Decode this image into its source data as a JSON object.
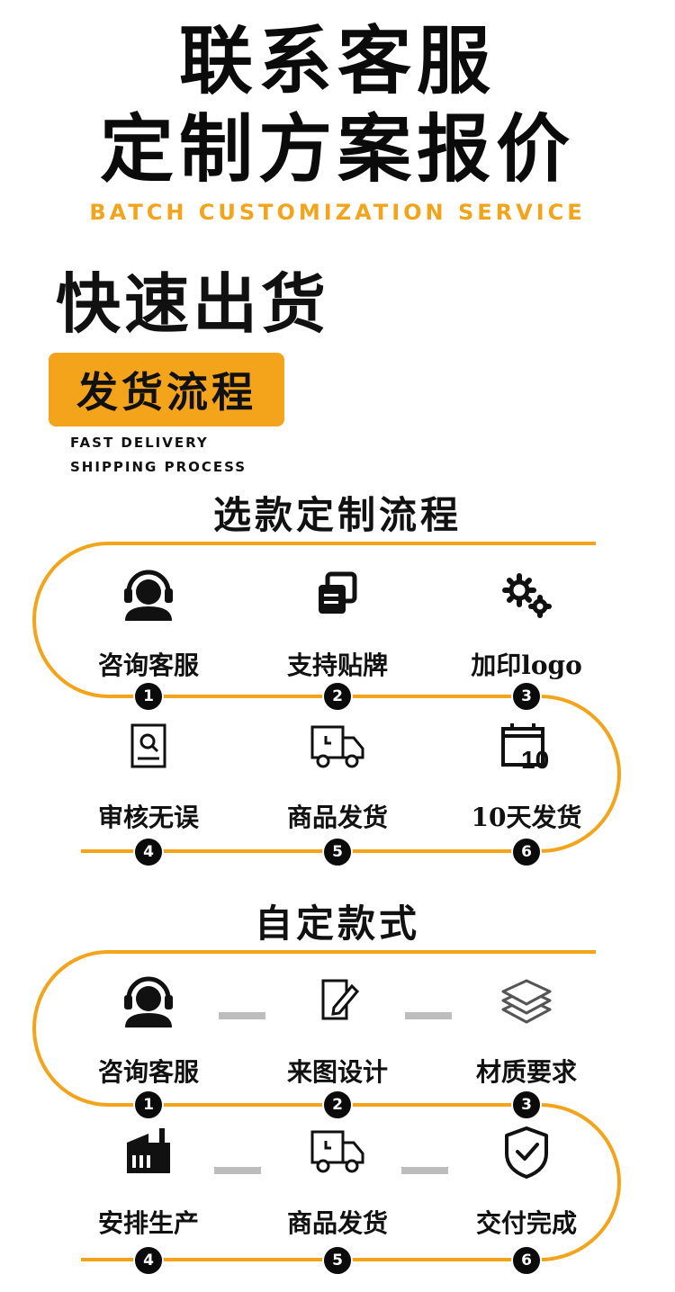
{
  "header": {
    "title_line1": "联系客服",
    "title_line2": "定制方案报价",
    "subtitle_en": "BATCH CUSTOMIZATION SERVICE"
  },
  "fast": {
    "heading": "快速出货",
    "tag": "发货流程",
    "en_line1": "FAST DELIVERY",
    "en_line2": "SHIPPING PROCESS"
  },
  "process1": {
    "title": "选款定制流程",
    "steps": [
      {
        "num": "1",
        "label": "咨询客服",
        "icon": "headset-person-icon"
      },
      {
        "num": "2",
        "label": "支持贴牌",
        "icon": "stacked-cards-icon"
      },
      {
        "num": "3",
        "label": "加印logo",
        "icon": "gears-icon"
      },
      {
        "num": "4",
        "label": "审核无误",
        "icon": "document-search-icon"
      },
      {
        "num": "5",
        "label": "商品发货",
        "icon": "delivery-truck-icon"
      },
      {
        "num": "6",
        "label": "10天发货",
        "icon": "calendar-10-icon"
      }
    ]
  },
  "process2": {
    "title": "自定款式",
    "steps": [
      {
        "num": "1",
        "label": "咨询客服",
        "icon": "headset-person-icon"
      },
      {
        "num": "2",
        "label": "来图设计",
        "icon": "edit-document-icon"
      },
      {
        "num": "3",
        "label": "材质要求",
        "icon": "layers-icon"
      },
      {
        "num": "4",
        "label": "安排生产",
        "icon": "factory-icon"
      },
      {
        "num": "5",
        "label": "商品发货",
        "icon": "delivery-truck-icon"
      },
      {
        "num": "6",
        "label": "交付完成",
        "icon": "shield-check-icon"
      }
    ]
  },
  "colors": {
    "accent": "#f3a41b",
    "text": "#111111",
    "badge": "#0b0b0b",
    "dash": "#bdbdbd"
  }
}
